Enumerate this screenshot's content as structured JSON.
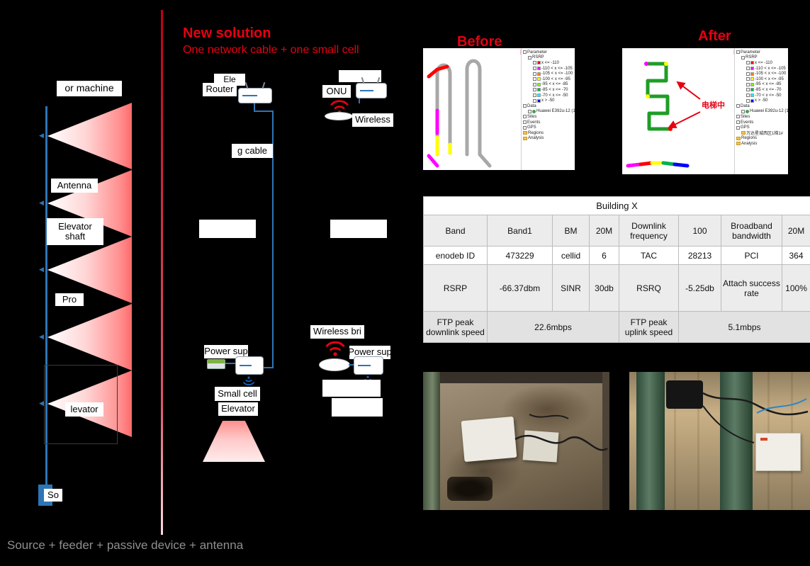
{
  "colors": {
    "accent_red": "#e60012",
    "cable_blue": "#2e75b6",
    "caption_gray": "#8f8f8f"
  },
  "old_solution": {
    "machine_label": "or machine",
    "antenna_label": "Antenna",
    "shaft_label": "Elevator shaft",
    "probe_label": "Pro",
    "elevator_label": "levator",
    "source_label": "So",
    "caption": "Source + feeder + passive device + antenna"
  },
  "new_solution": {
    "title": "New solution",
    "subtitle": "One network cable + one small cell",
    "wired": {
      "room_label": "Ele",
      "router_label": "Router",
      "cable_label": "g cable",
      "power_label": "Power sup",
      "small_cell_label": "Small cell",
      "elevator_label": "Elevator"
    },
    "wireless": {
      "onu_label": "ONU",
      "wireless_label": "Wireless",
      "bridge_label": "Wireless bri",
      "power_label": "Power sup"
    }
  },
  "screenshots": {
    "before_title": "Before",
    "after_title": "After",
    "annotation": "电梯中",
    "legend": {
      "parameter": "Parameter",
      "rsrp": "RSRP",
      "ranges": [
        {
          "label": "x <= -110",
          "color": "#ff0000"
        },
        {
          "label": "-110 < x <= -105",
          "color": "#ff00ff"
        },
        {
          "label": "-105 < x <= -100",
          "color": "#ff8000"
        },
        {
          "label": "-100 < x <= -95",
          "color": "#ffff00"
        },
        {
          "label": "-95 < x <= -85",
          "color": "#80ff00"
        },
        {
          "label": "-85 < x <= -70",
          "color": "#00b050"
        },
        {
          "label": "-70 < x <= -50",
          "color": "#00ffff"
        },
        {
          "label": "x > -50",
          "color": "#0000ff"
        }
      ],
      "data_node": "Data",
      "device_node": "Huawei E392u-12 (1)",
      "sites": "Sites",
      "events": "Events",
      "gps": "GPS",
      "after_site": "万达星城西区1梯1#",
      "regions": "Regions",
      "analysis": "Analysis"
    }
  },
  "table": {
    "title": "Building X",
    "rows": [
      [
        "Band",
        "Band1",
        "BM",
        "20M",
        "Downlink frequency",
        "100",
        "Broadband bandwidth",
        "20M"
      ],
      [
        "enodeb ID",
        "473229",
        "cellid",
        "6",
        "TAC",
        "28213",
        "PCI",
        "364"
      ],
      [
        "RSRP",
        "-66.37dbm",
        "SINR",
        "30db",
        "RSRQ",
        "-5.25db",
        "Attach success rate",
        "100%"
      ],
      [
        "FTP peak downlink speed",
        "22.6mbps",
        "FTP peak uplink speed",
        "5.1mbps"
      ]
    ]
  }
}
